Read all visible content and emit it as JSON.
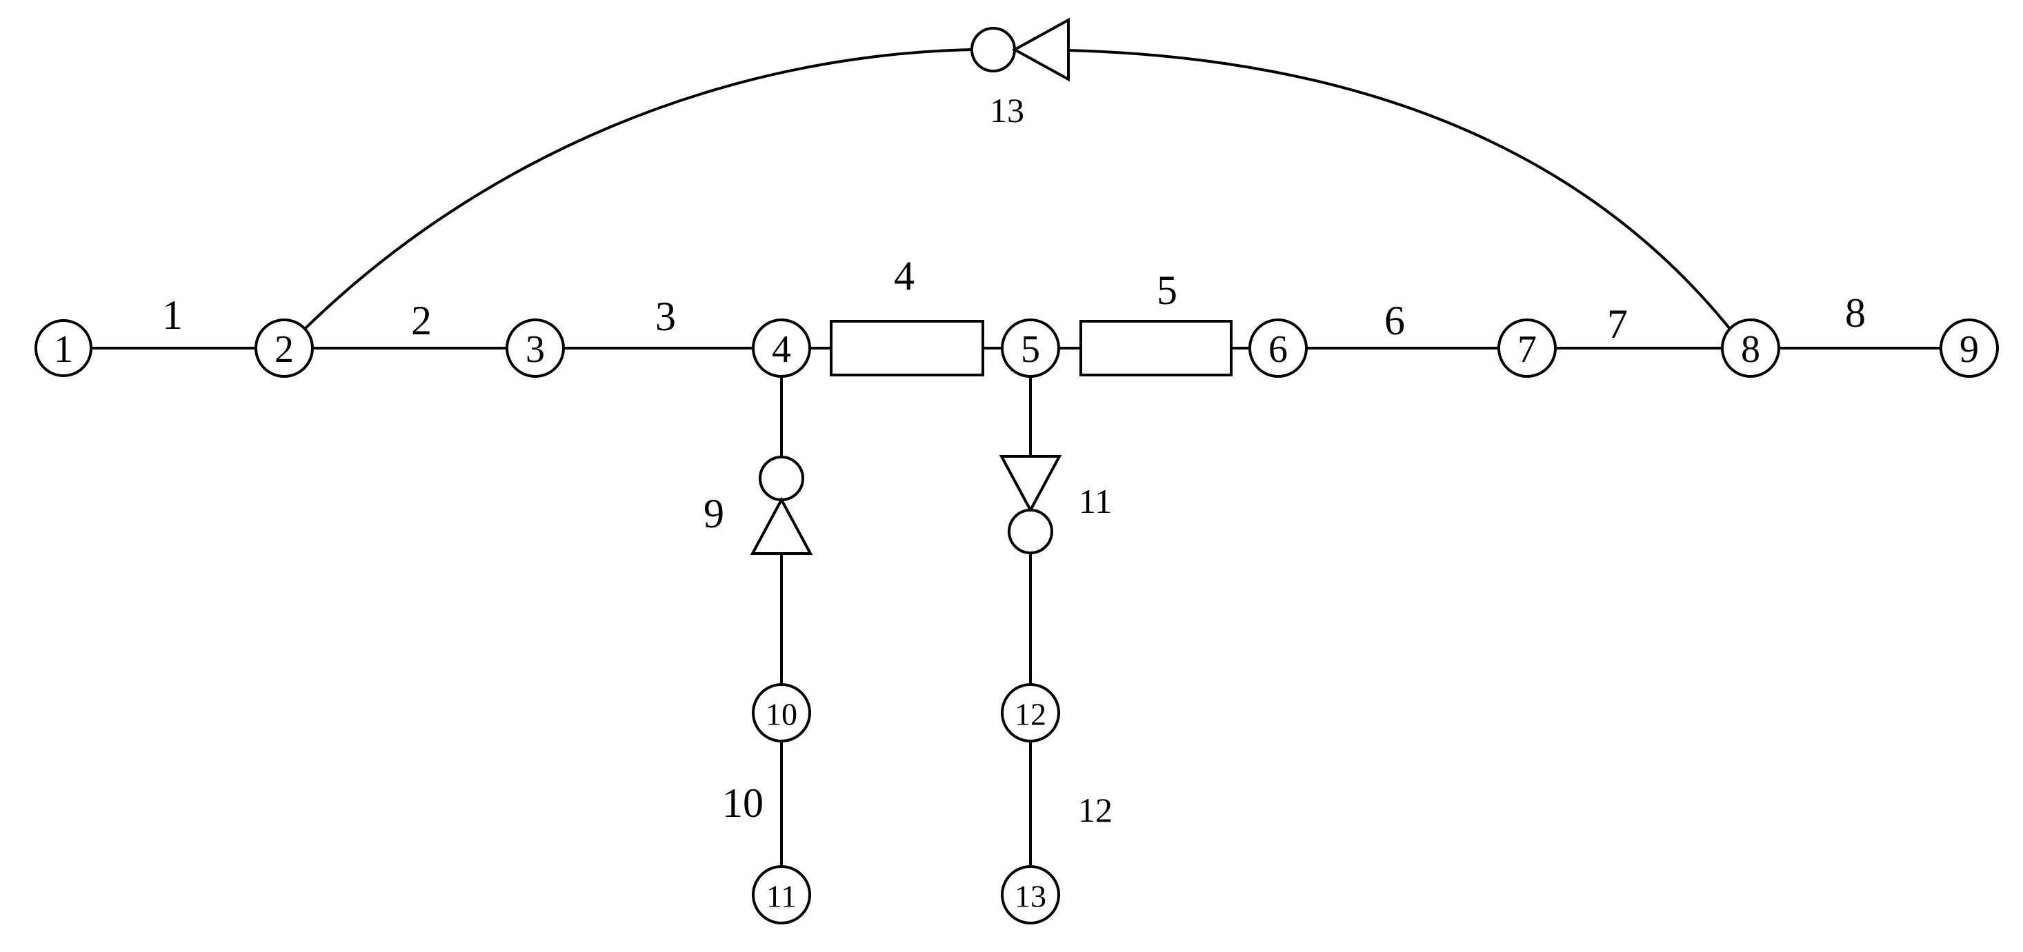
{
  "nodes": [
    "1",
    "2",
    "3",
    "4",
    "5",
    "6",
    "7",
    "8",
    "9",
    "10",
    "11",
    "12",
    "13"
  ],
  "edges": [
    "1",
    "2",
    "3",
    "4",
    "5",
    "6",
    "7",
    "8",
    "9",
    "10",
    "11",
    "12",
    "13"
  ]
}
